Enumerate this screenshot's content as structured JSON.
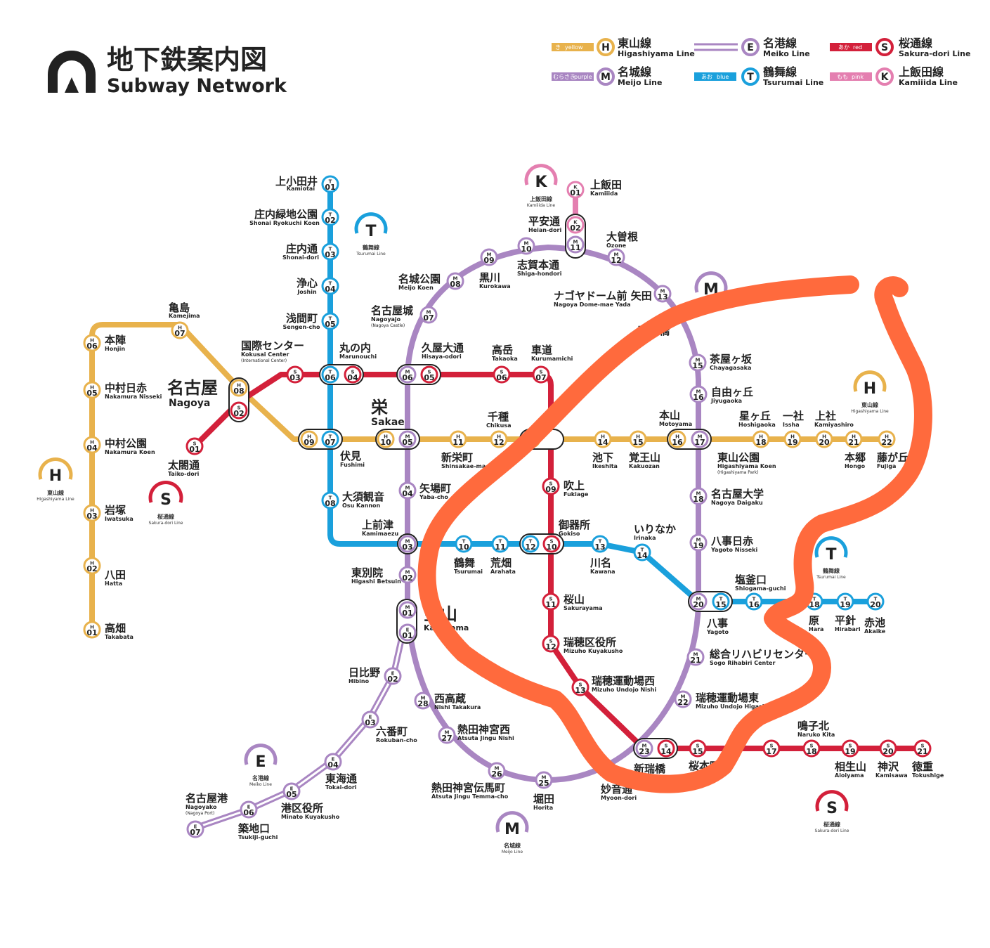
{
  "title": {
    "jp": "地下鉄案内図",
    "en": "Subway Network"
  },
  "colors": {
    "higashiyama": "#E8B24C",
    "meijo": "#A986C2",
    "meiko": "#A986C2",
    "tsurumai": "#1AA0DC",
    "sakuradori": "#D3203A",
    "kamiiida": "#E47FB0",
    "annotation": "#FF6A3D"
  },
  "legend": [
    {
      "code": "H",
      "jp": "東山線",
      "en": "Higashiyama Line",
      "chip_jp": "き",
      "chip_en": "yellow",
      "color": "#E8B24C"
    },
    {
      "code": "E",
      "jp": "名港線",
      "en": "Meiko Line",
      "chip_jp": "",
      "chip_en": "",
      "color": "#A986C2",
      "double": true
    },
    {
      "code": "S",
      "jp": "桜通線",
      "en": "Sakura-dori Line",
      "chip_jp": "あか",
      "chip_en": "red",
      "color": "#D3203A"
    },
    {
      "code": "M",
      "jp": "名城線",
      "en": "Meijo Line",
      "chip_jp": "むらさき",
      "chip_en": "purple",
      "color": "#A986C2"
    },
    {
      "code": "T",
      "jp": "鶴舞線",
      "en": "Tsurumai Line",
      "chip_jp": "あお",
      "chip_en": "blue",
      "color": "#1AA0DC"
    },
    {
      "code": "K",
      "jp": "上飯田線",
      "en": "Kamiiida Line",
      "chip_jp": "もも",
      "chip_en": "pink",
      "color": "#E47FB0"
    }
  ],
  "line_badges": [
    {
      "code": "H",
      "jp": "東山線",
      "en": "Higashiyama Line"
    },
    {
      "code": "S",
      "jp": "桜通線",
      "en": "Sakura-dori Line"
    },
    {
      "code": "T",
      "jp": "鶴舞線",
      "en": "Tsurumai Line"
    },
    {
      "code": "K",
      "jp": "上飯田線",
      "en": "Kamiiida Line"
    },
    {
      "code": "M",
      "jp": "",
      "en": ""
    },
    {
      "code": "H",
      "jp": "東山線",
      "en": "Higashiyama Line"
    },
    {
      "code": "T",
      "jp": "鶴舞線",
      "en": "Tsurumai Line"
    },
    {
      "code": "E",
      "jp": "名港線",
      "en": "Meiko Line"
    },
    {
      "code": "M",
      "jp": "名城線",
      "en": "Meijo Line"
    },
    {
      "code": "S",
      "jp": "桜通線",
      "en": "Sakura-dori Line"
    }
  ],
  "station_icons": [
    {
      "line": "H",
      "num": "01"
    },
    {
      "line": "H",
      "num": "02"
    },
    {
      "line": "H",
      "num": "03"
    },
    {
      "line": "H",
      "num": "04"
    },
    {
      "line": "H",
      "num": "05"
    },
    {
      "line": "H",
      "num": "06"
    },
    {
      "line": "H",
      "num": "07"
    },
    {
      "line": "H",
      "num": "08"
    },
    {
      "line": "H",
      "num": "09"
    },
    {
      "line": "H",
      "num": "10"
    },
    {
      "line": "H",
      "num": "11"
    },
    {
      "line": "H",
      "num": "12"
    },
    {
      "line": "H",
      "num": "13"
    },
    {
      "line": "H",
      "num": "14"
    },
    {
      "line": "H",
      "num": "15"
    },
    {
      "line": "H",
      "num": "16"
    },
    {
      "line": "H",
      "num": "17"
    },
    {
      "line": "H",
      "num": "18"
    },
    {
      "line": "H",
      "num": "19"
    },
    {
      "line": "H",
      "num": "20"
    },
    {
      "line": "H",
      "num": "21"
    },
    {
      "line": "H",
      "num": "22"
    },
    {
      "line": "T",
      "num": "01"
    },
    {
      "line": "T",
      "num": "02"
    },
    {
      "line": "T",
      "num": "03"
    },
    {
      "line": "T",
      "num": "04"
    },
    {
      "line": "T",
      "num": "05"
    },
    {
      "line": "T",
      "num": "06"
    },
    {
      "line": "T",
      "num": "07"
    },
    {
      "line": "T",
      "num": "08"
    },
    {
      "line": "T",
      "num": "10"
    },
    {
      "line": "T",
      "num": "11"
    },
    {
      "line": "T",
      "num": "12"
    },
    {
      "line": "T",
      "num": "13"
    },
    {
      "line": "T",
      "num": "14"
    },
    {
      "line": "T",
      "num": "15"
    },
    {
      "line": "T",
      "num": "16"
    },
    {
      "line": "T",
      "num": "18"
    },
    {
      "line": "T",
      "num": "19"
    },
    {
      "line": "T",
      "num": "20"
    },
    {
      "line": "S",
      "num": "01"
    },
    {
      "line": "S",
      "num": "02"
    },
    {
      "line": "S",
      "num": "03"
    },
    {
      "line": "S",
      "num": "04"
    },
    {
      "line": "S",
      "num": "05"
    },
    {
      "line": "S",
      "num": "06"
    },
    {
      "line": "S",
      "num": "07"
    },
    {
      "line": "S",
      "num": "09"
    },
    {
      "line": "S",
      "num": "10"
    },
    {
      "line": "S",
      "num": "11"
    },
    {
      "line": "S",
      "num": "12"
    },
    {
      "line": "S",
      "num": "13"
    },
    {
      "line": "S",
      "num": "14"
    },
    {
      "line": "S",
      "num": "15"
    },
    {
      "line": "S",
      "num": "17"
    },
    {
      "line": "S",
      "num": "18"
    },
    {
      "line": "S",
      "num": "19"
    },
    {
      "line": "S",
      "num": "20"
    },
    {
      "line": "S",
      "num": "21"
    },
    {
      "line": "M",
      "num": "01"
    },
    {
      "line": "M",
      "num": "02"
    },
    {
      "line": "M",
      "num": "03"
    },
    {
      "line": "M",
      "num": "04"
    },
    {
      "line": "M",
      "num": "05"
    },
    {
      "line": "M",
      "num": "06"
    },
    {
      "line": "M",
      "num": "07"
    },
    {
      "line": "M",
      "num": "08"
    },
    {
      "line": "M",
      "num": "09"
    },
    {
      "line": "M",
      "num": "10"
    },
    {
      "line": "M",
      "num": "11"
    },
    {
      "line": "M",
      "num": "12"
    },
    {
      "line": "M",
      "num": "13"
    },
    {
      "line": "M",
      "num": "15"
    },
    {
      "line": "M",
      "num": "16"
    },
    {
      "line": "M",
      "num": "17"
    },
    {
      "line": "M",
      "num": "18"
    },
    {
      "line": "M",
      "num": "19"
    },
    {
      "line": "M",
      "num": "20"
    },
    {
      "line": "M",
      "num": "21"
    },
    {
      "line": "M",
      "num": "22"
    },
    {
      "line": "M",
      "num": "23"
    },
    {
      "line": "M",
      "num": "25"
    },
    {
      "line": "M",
      "num": "26"
    },
    {
      "line": "M",
      "num": "27"
    },
    {
      "line": "M",
      "num": "28"
    },
    {
      "line": "E",
      "num": "01"
    },
    {
      "line": "E",
      "num": "02"
    },
    {
      "line": "E",
      "num": "03"
    },
    {
      "line": "E",
      "num": "04"
    },
    {
      "line": "E",
      "num": "05"
    },
    {
      "line": "E",
      "num": "06"
    },
    {
      "line": "E",
      "num": "07"
    },
    {
      "line": "K",
      "num": "01"
    },
    {
      "line": "K",
      "num": "02"
    }
  ],
  "stations": [
    {
      "jp": "上小田井",
      "en": "Kamiotai"
    },
    {
      "jp": "庄内緑地公園",
      "en": "Shonai Ryokuchi Koen"
    },
    {
      "jp": "庄内通",
      "en": "Shonai-dori"
    },
    {
      "jp": "浄心",
      "en": "Joshin"
    },
    {
      "jp": "浅間町",
      "en": "Sengen-cho"
    },
    {
      "jp": "丸の内",
      "en": "Marunouchi"
    },
    {
      "jp": "伏見",
      "en": "Fushimi"
    },
    {
      "jp": "大須観音",
      "en": "Osu Kannon"
    },
    {
      "jp": "上前津",
      "en": "Kamimaezu"
    },
    {
      "jp": "鶴舞",
      "en": "Tsurumai"
    },
    {
      "jp": "荒畑",
      "en": "Arahata"
    },
    {
      "jp": "御器所",
      "en": "Gokiso"
    },
    {
      "jp": "川名",
      "en": "Kawana"
    },
    {
      "jp": "いりなか",
      "en": "Irinaka"
    },
    {
      "jp": "塩釜口",
      "en": "Shiogama-guchi"
    },
    {
      "jp": "原",
      "en": "Hara"
    },
    {
      "jp": "平針",
      "en": "Hirabari"
    },
    {
      "jp": "赤池",
      "en": "Akaike"
    },
    {
      "jp": "亀島",
      "en": "Kamejima"
    },
    {
      "jp": "本陣",
      "en": "Honjin"
    },
    {
      "jp": "中村日赤",
      "en": "Nakamura Nisseki"
    },
    {
      "jp": "中村公園",
      "en": "Nakamura Koen"
    },
    {
      "jp": "岩塚",
      "en": "Iwatsuka"
    },
    {
      "jp": "八田",
      "en": "Hatta"
    },
    {
      "jp": "高畑",
      "en": "Takabata"
    },
    {
      "jp": "名古屋",
      "en": "Nagoya"
    },
    {
      "jp": "栄",
      "en": "Sakae"
    },
    {
      "jp": "新栄町",
      "en": "Shinsakae-ma"
    },
    {
      "jp": "千種",
      "en": "Chikusa"
    },
    {
      "jp": "池下",
      "en": "Ikeshita"
    },
    {
      "jp": "覚王山",
      "en": "Kakuozan"
    },
    {
      "jp": "本山",
      "en": "Motoyama"
    },
    {
      "jp": "東山公園",
      "en": "Higashiyama Koen",
      "sub": "(Higashiyama Park)"
    },
    {
      "jp": "星ヶ丘",
      "en": "Hoshigaoka"
    },
    {
      "jp": "一社",
      "en": "Issha"
    },
    {
      "jp": "上社",
      "en": "Kamiyashiro"
    },
    {
      "jp": "本郷",
      "en": "Hongo"
    },
    {
      "jp": "藤が丘",
      "en": "Fujiga"
    },
    {
      "jp": "国際センター",
      "en": "Kokusai Center",
      "sub": "(International Center)"
    },
    {
      "jp": "太閤通",
      "en": "Taiko-dori"
    },
    {
      "jp": "久屋大通",
      "en": "Hisaya-odori"
    },
    {
      "jp": "高岳",
      "en": "Takaoka"
    },
    {
      "jp": "車道",
      "en": "Kurumamichi"
    },
    {
      "jp": "吹上",
      "en": "Fukiage"
    },
    {
      "jp": "桜山",
      "en": "Sakurayama"
    },
    {
      "jp": "瑞穂区役所",
      "en": "Mizuho Kuyakusho"
    },
    {
      "jp": "瑞穂運動場西",
      "en": "Mizuho Undojo Nishi"
    },
    {
      "jp": "新瑞橋",
      "en": ""
    },
    {
      "jp": "桜本町",
      "en": ""
    },
    {
      "jp": "鳴子北",
      "en": "Naruko Kita"
    },
    {
      "jp": "相生山",
      "en": "Aioiyama"
    },
    {
      "jp": "神沢",
      "en": "Kamisawa"
    },
    {
      "jp": "徳重",
      "en": "Tokushige"
    },
    {
      "jp": "名城公園",
      "en": "Meijo Koen"
    },
    {
      "jp": "黒川",
      "en": "Kurokawa"
    },
    {
      "jp": "志賀本通",
      "en": "Shiga-hondori"
    },
    {
      "jp": "平安通",
      "en": "Heian-dori"
    },
    {
      "jp": "大曽根",
      "en": "Ozone"
    },
    {
      "jp": "ナゴヤドーム前 矢田",
      "en": "Nagoya Dome-mae Yada"
    },
    {
      "jp": "砂田橋",
      "en": ""
    },
    {
      "jp": "茶屋ヶ坂",
      "en": "Chayagasaka"
    },
    {
      "jp": "自由ヶ丘",
      "en": "Jiyugaoka"
    },
    {
      "jp": "名古屋大学",
      "en": "Nagoya Daigaku"
    },
    {
      "jp": "八事日赤",
      "en": "Yagoto Nisseki"
    },
    {
      "jp": "八事",
      "en": "Yagoto"
    },
    {
      "jp": "総合リハビリセンター",
      "en": "Sogo Rihabiri Center"
    },
    {
      "jp": "瑞穂運動場東",
      "en": "Mizuho Undojo Higashi"
    },
    {
      "jp": "妙音通",
      "en": "Myoon-dori"
    },
    {
      "jp": "堀田",
      "en": "Horita"
    },
    {
      "jp": "熱田神宮伝馬町",
      "en": "Atsuta Jingu Temma-cho"
    },
    {
      "jp": "熱田神宮西",
      "en": "Atsuta Jingu Nishi"
    },
    {
      "jp": "西高蔵",
      "en": "Nishi Takakura"
    },
    {
      "jp": "金山",
      "en": "Kanayama"
    },
    {
      "jp": "東別院",
      "en": "Higashi Betsuin"
    },
    {
      "jp": "矢場町",
      "en": "Yaba-cho"
    },
    {
      "jp": "名古屋城",
      "en": "Nagoyajo",
      "sub": "(Nagoya Castle)"
    },
    {
      "jp": "日比野",
      "en": "Hibino"
    },
    {
      "jp": "六番町",
      "en": "Rokuban-cho"
    },
    {
      "jp": "東海通",
      "en": "Tokai-dori"
    },
    {
      "jp": "港区役所",
      "en": "Minato Kuyakusho"
    },
    {
      "jp": "築地口",
      "en": "Tsukiji-guchi"
    },
    {
      "jp": "名古屋港",
      "en": "Nagoyako",
      "sub": "(Nagoya Port)"
    },
    {
      "jp": "上飯田",
      "en": "Kamiiida"
    }
  ]
}
